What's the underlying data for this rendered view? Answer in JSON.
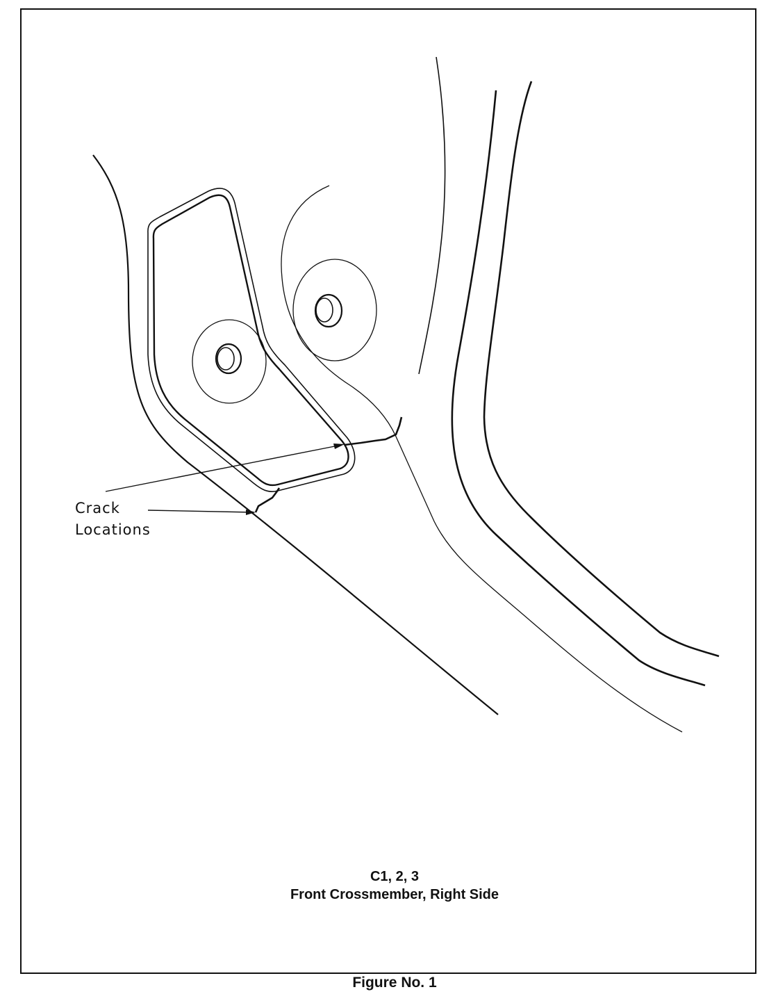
{
  "diagram": {
    "callout": {
      "line1": "Crack",
      "line2": "Locations"
    },
    "caption": {
      "code": "C1, 2, 3",
      "description": "Front Crossmember, Right Side"
    },
    "figure_label": "Figure No. 1"
  }
}
